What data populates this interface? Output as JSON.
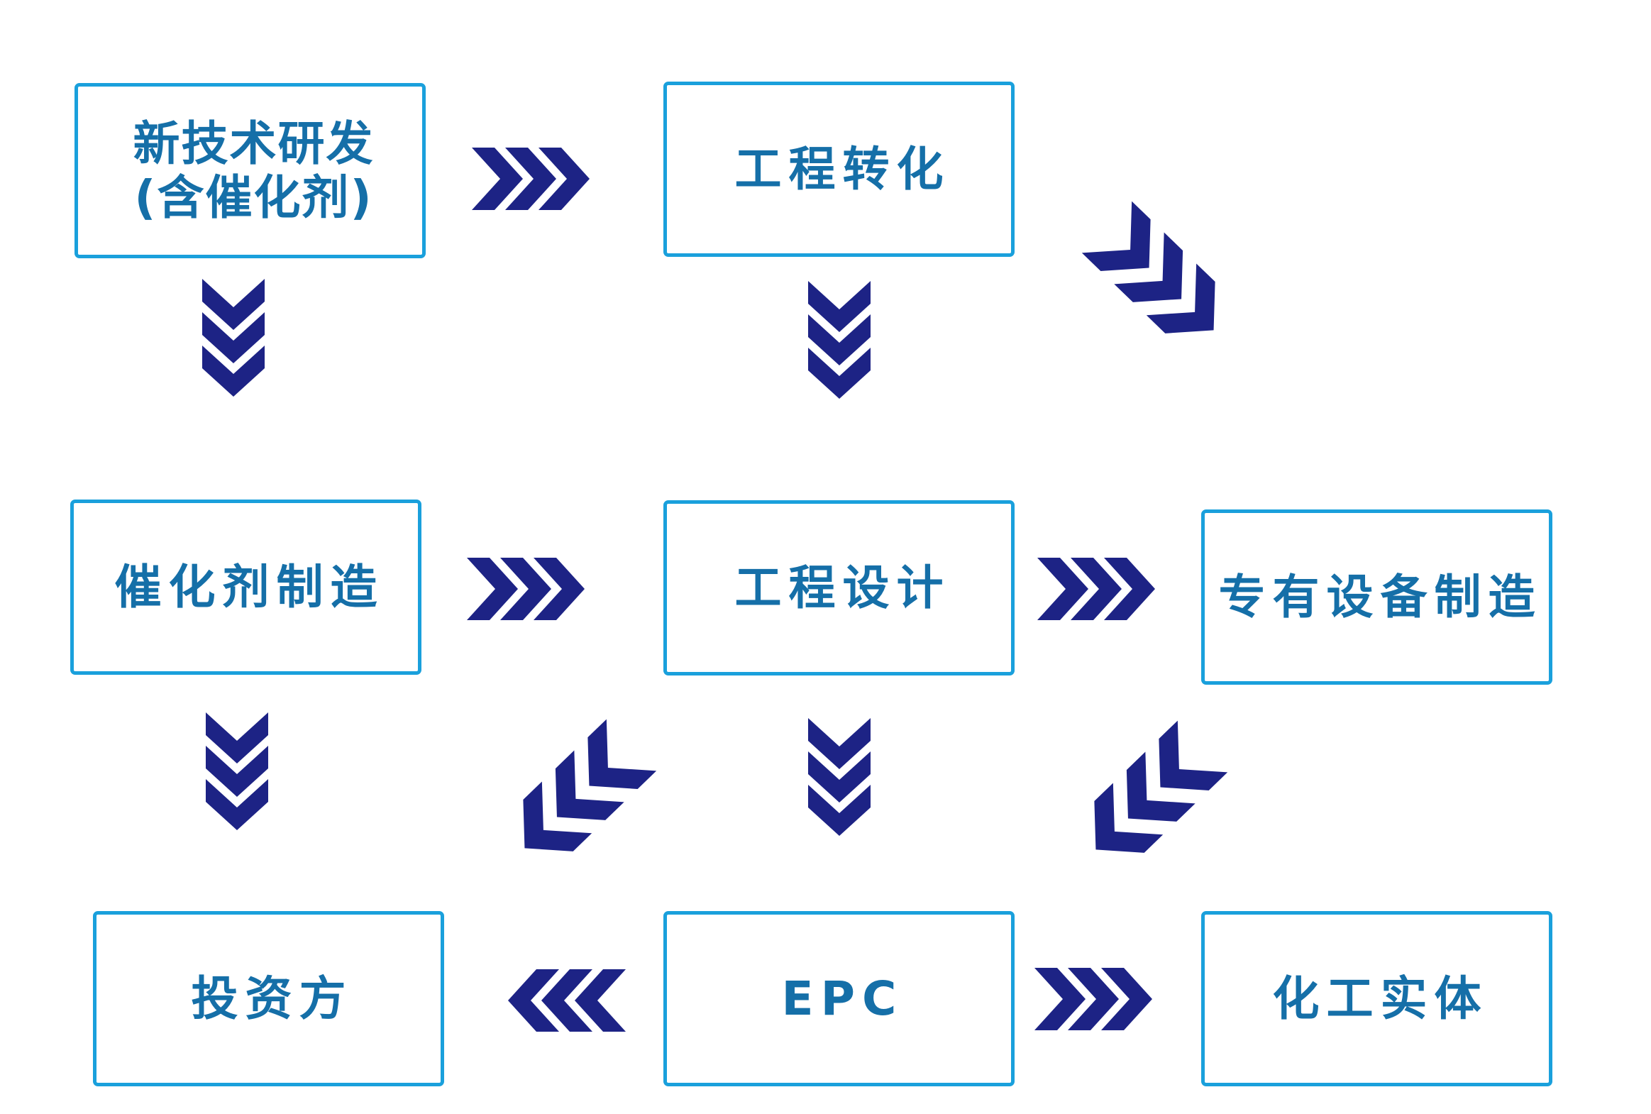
{
  "nodes": {
    "tech_rd": {
      "line1": "新技术研发",
      "line2": "(含催化剂)"
    },
    "engineering_transfer": {
      "label": "工程转化"
    },
    "catalyst_manufacturing": {
      "label": "催化剂制造"
    },
    "engineering_design": {
      "label": "工程设计"
    },
    "equipment_manufacturing": {
      "label": "专有设备制造"
    },
    "investor": {
      "label": "投资方"
    },
    "epc": {
      "label": "EPC"
    },
    "chemical_entity": {
      "label": "化工实体"
    }
  },
  "colors": {
    "border": "#1aa0dc",
    "text": "#156fa8",
    "arrow": "#1d2385"
  }
}
